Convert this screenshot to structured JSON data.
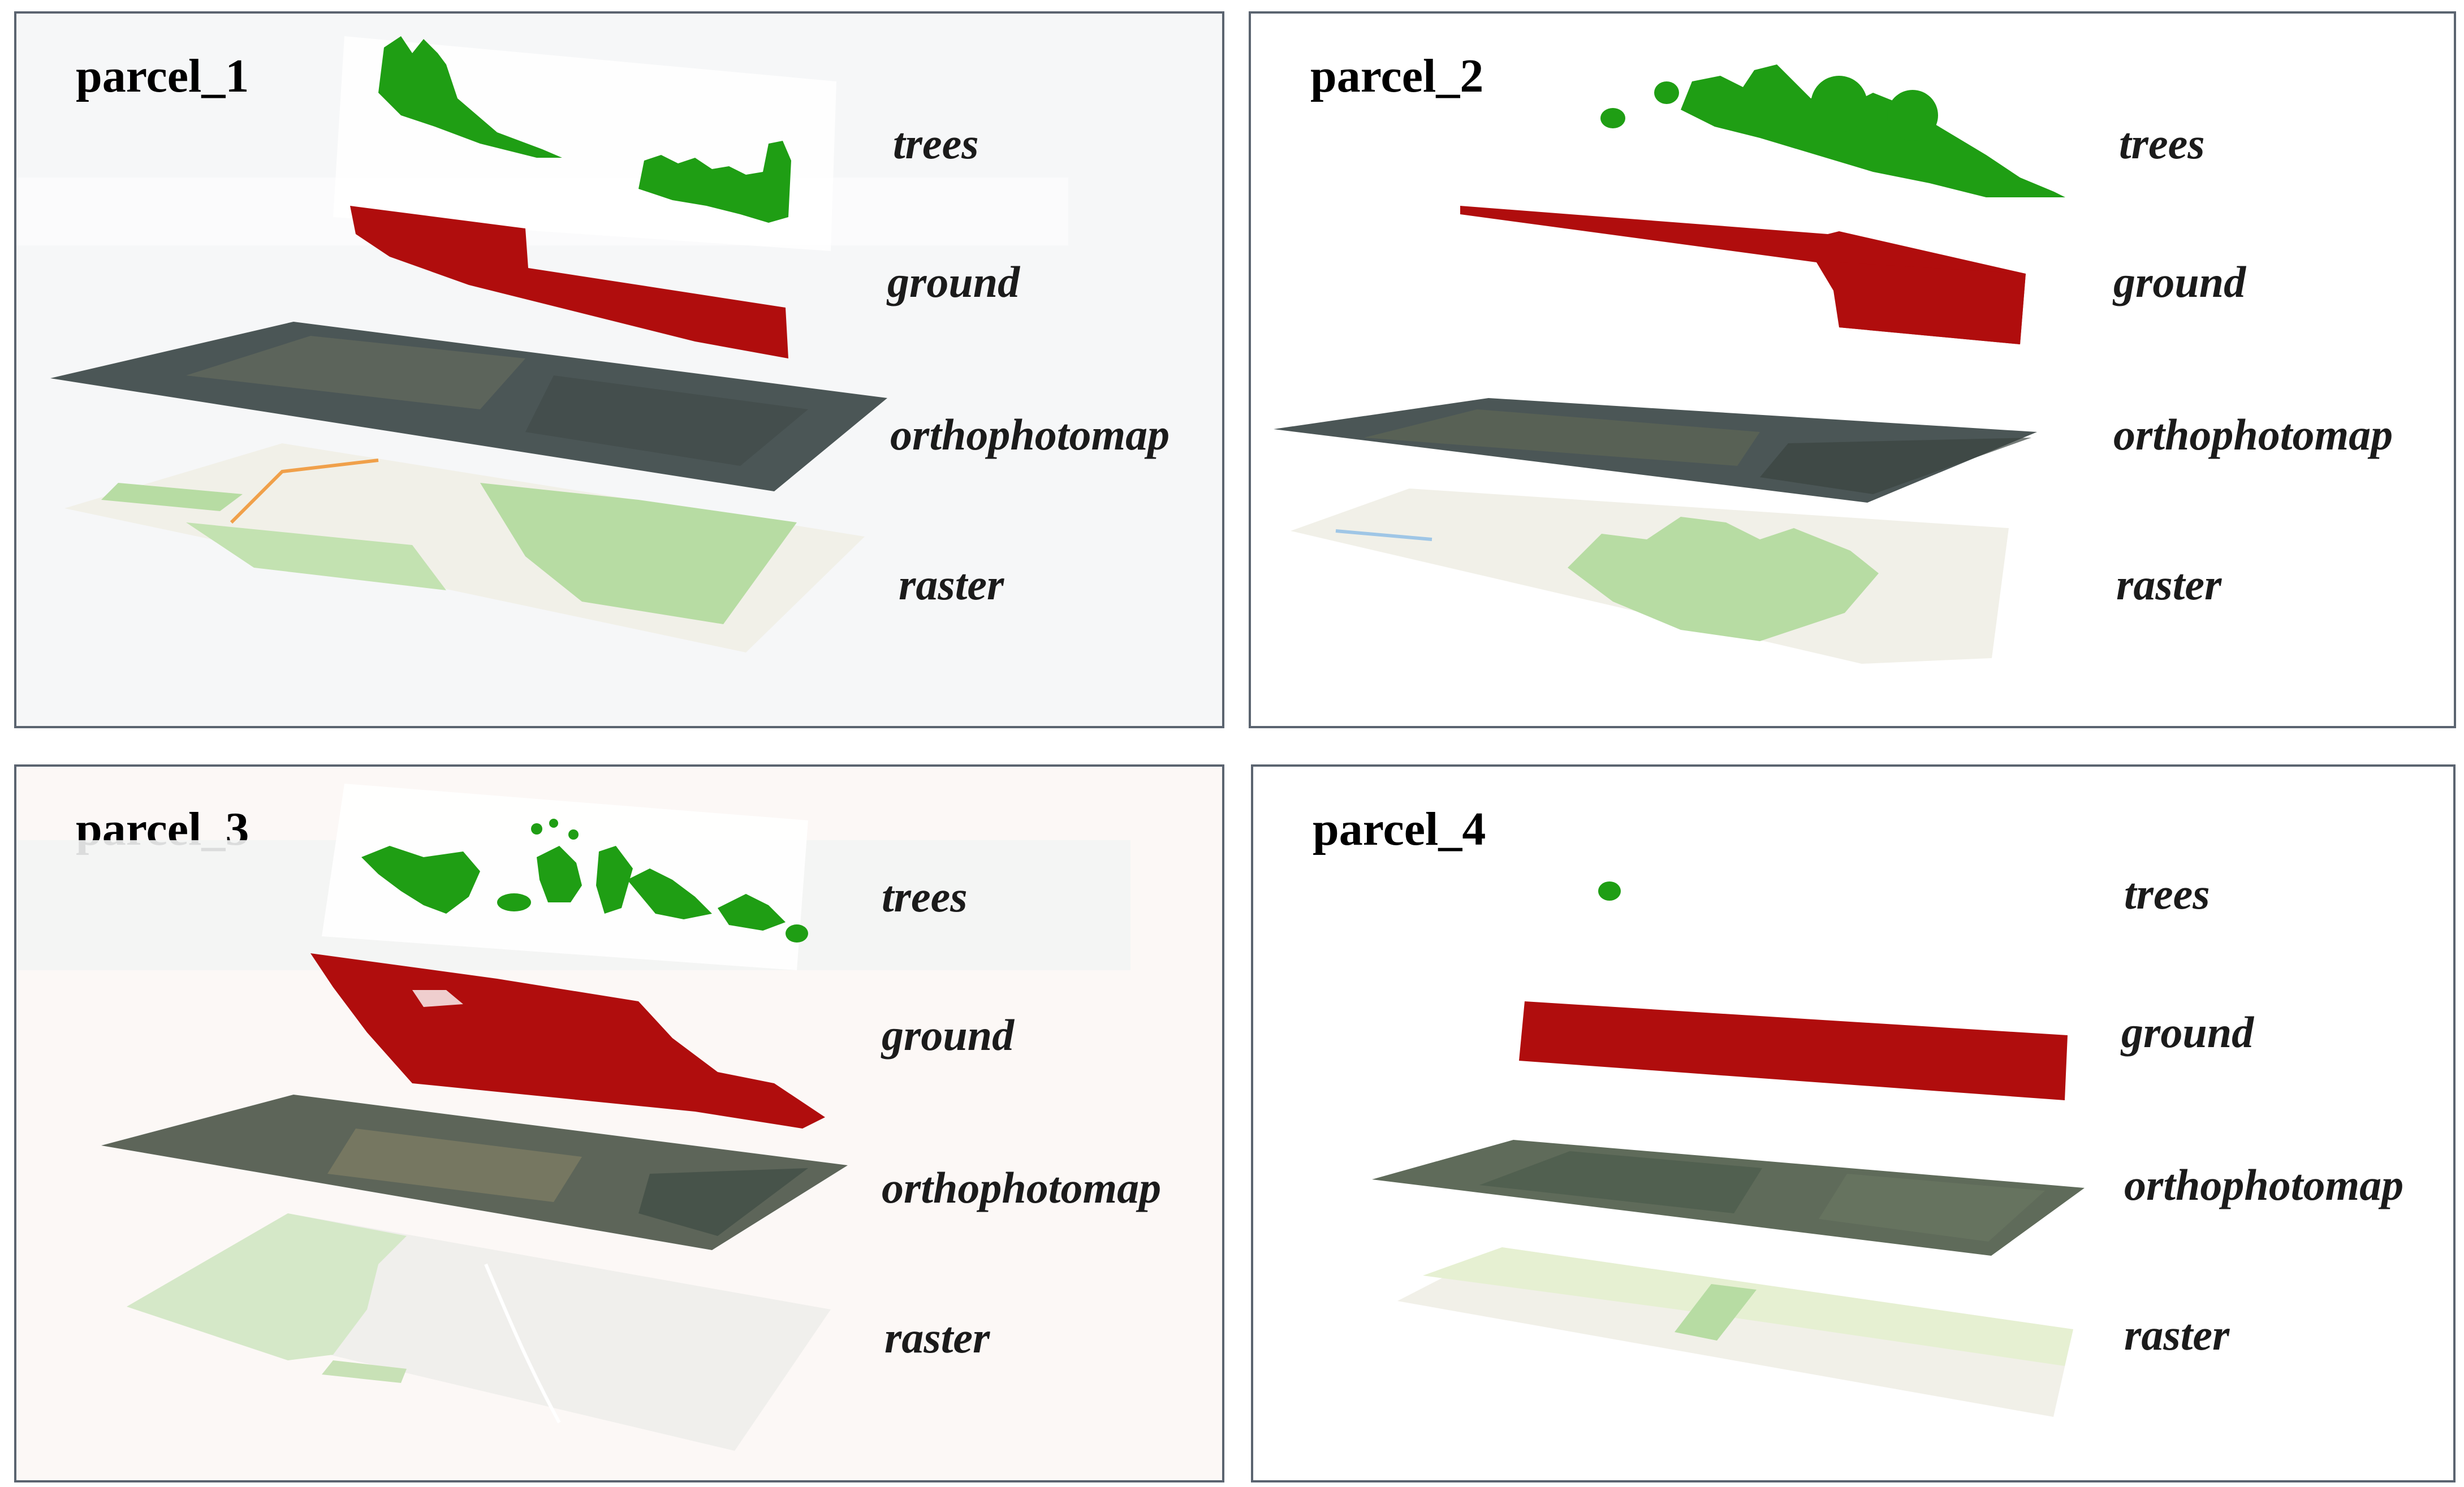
{
  "panels": [
    {
      "title": "parcel_1",
      "labels": {
        "trees": "trees",
        "ground": "ground",
        "ortho": "orthophotomap",
        "raster": "raster"
      }
    },
    {
      "title": "parcel_2",
      "labels": {
        "trees": "trees",
        "ground": "ground",
        "ortho": "orthophotomap",
        "raster": "raster"
      }
    },
    {
      "title": "parcel_3",
      "labels": {
        "trees": "trees",
        "ground": "ground",
        "ortho": "orthophotomap",
        "raster": "raster"
      }
    },
    {
      "title": "parcel_4",
      "labels": {
        "trees": "trees",
        "ground": "ground",
        "ortho": "orthophotomap",
        "raster": "raster"
      }
    }
  ],
  "colors": {
    "trees": "#1f9e14",
    "ground": "#b00d0d",
    "ortho_dark": "#4b5656",
    "ortho_mid": "#6d7260",
    "raster_bg": "#f1f0e8",
    "raster_green": "#b7dca3",
    "raster_light": "#e6f0d2",
    "panel_border": "#5b6470"
  }
}
